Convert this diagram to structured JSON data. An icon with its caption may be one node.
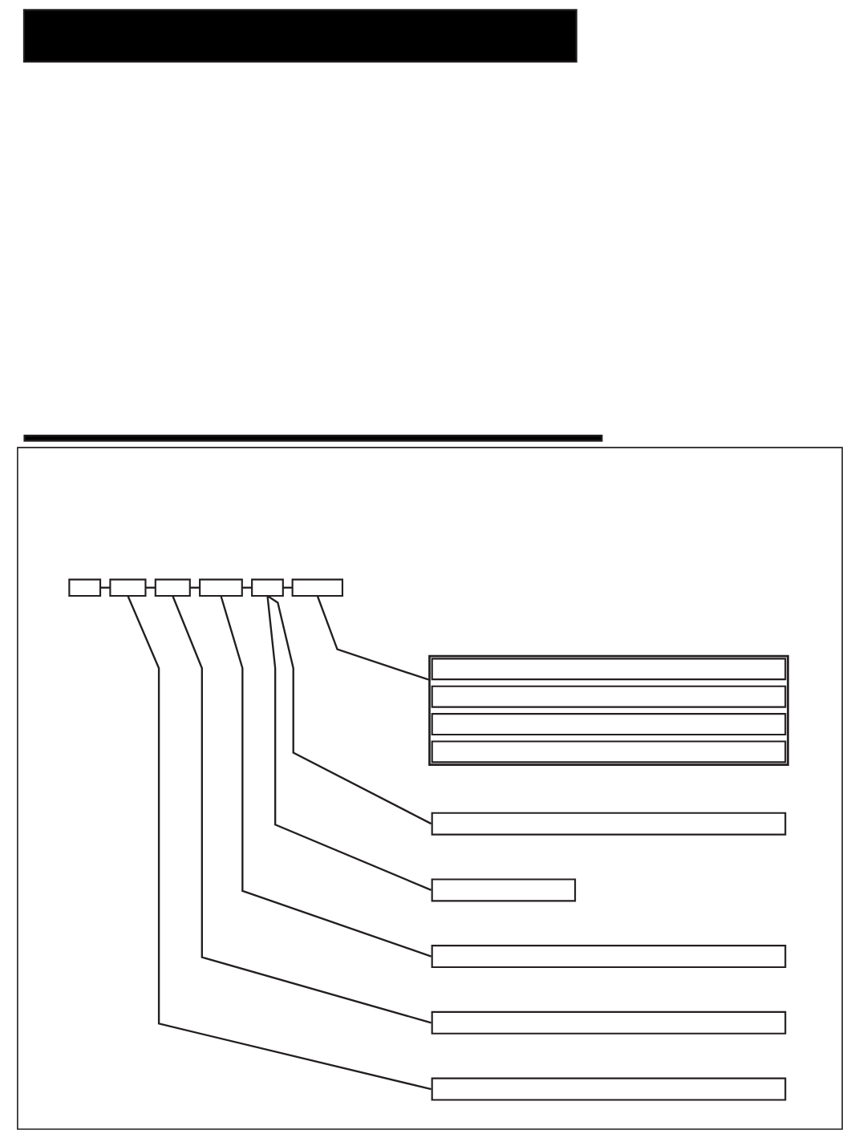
{
  "diagram": {
    "nodes": [
      {
        "text": [],
        "shape": "bar"
      },
      {
        "text": [],
        "shape": "bar"
      },
      {
        "text": [],
        "shape": "box"
      },
      {
        "text": [],
        "shape": "box",
        "in": 2
      },
      {
        "text": [],
        "shape": "box",
        "in": 2
      },
      {
        "text": [],
        "shape": "box",
        "in": 2
      },
      {
        "text": [],
        "shape": "box",
        "in": 2
      },
      {
        "text": [],
        "shape": "box",
        "in": 2
      },
      {
        "text": [],
        "shape": "box",
        "in": 2
      },
      {
        "text": [],
        "shape": "box",
        "in": 2
      },
      {
        "text": [],
        "shape": "box",
        "in": 9
      },
      {
        "text": [],
        "shape": "box",
        "in": 9
      },
      {
        "text": [],
        "shape": "box",
        "in": 9
      },
      {
        "text": [],
        "shape": "box",
        "in": 9
      },
      {
        "text": [],
        "shape": "box",
        "in": 2
      },
      {
        "text": [],
        "shape": "box",
        "in": 2
      },
      {
        "text": [],
        "shape": "box",
        "in": 2
      },
      {
        "text": [],
        "shape": "box",
        "in": 2
      },
      {
        "text": [],
        "shape": "box",
        "in": 2
      }
    ],
    "edges": [
      {
        "from": 3,
        "to": 4,
        "arrow": "none"
      },
      {
        "from": 4,
        "to": 5,
        "arrow": "none"
      },
      {
        "from": 5,
        "to": 6,
        "arrow": "none"
      },
      {
        "from": 6,
        "to": 7,
        "arrow": "none"
      },
      {
        "from": 7,
        "to": 8,
        "arrow": "none"
      },
      {
        "from": 8,
        "to": 9,
        "arrow": "none"
      },
      {
        "from": 7,
        "to": 14,
        "arrow": "none"
      },
      {
        "from": 7,
        "to": 15,
        "arrow": "none"
      },
      {
        "from": 6,
        "to": 16,
        "arrow": "none"
      },
      {
        "from": 5,
        "to": 17,
        "arrow": "none"
      },
      {
        "from": 4,
        "to": 18,
        "arrow": "none"
      }
    ]
  }
}
